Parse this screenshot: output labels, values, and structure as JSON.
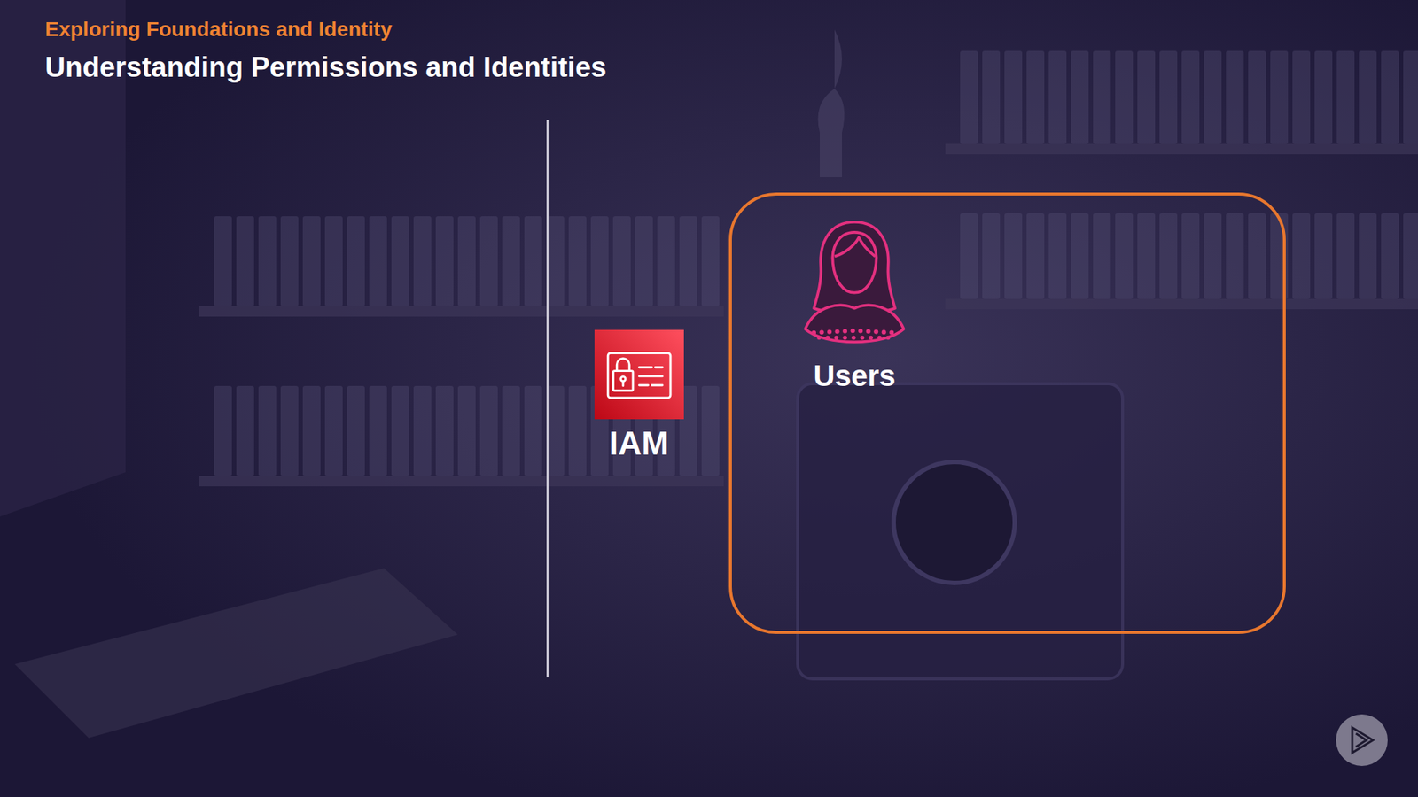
{
  "diagram": {
    "title": "Understanding Permissions and Identities",
    "nodes": [
      {
        "text": [
          "IAM"
        ]
      },
      {
        "text": [
          "Users"
        ]
      }
    ],
    "labels": [
      "Exploring Foundations and Identity"
    ]
  }
}
